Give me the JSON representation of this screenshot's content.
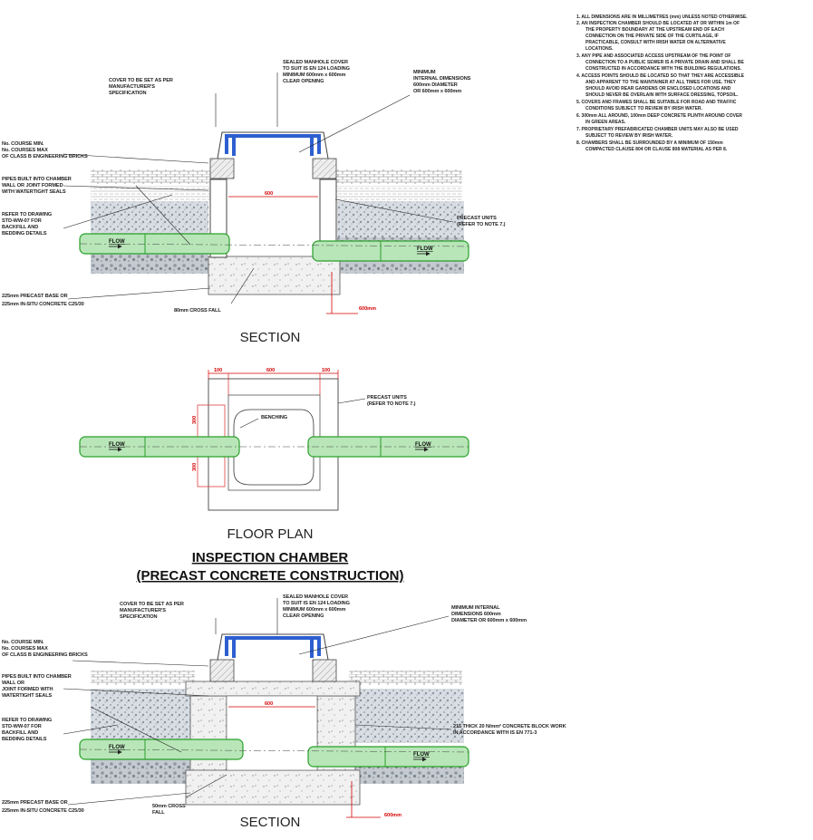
{
  "notes": [
    "1. ALL DIMENSIONS ARE IN MILLIMETRES (mm) UNLESS NOTED OTHERWISE.",
    "2. AN INSPECTION CHAMBER SHOULD BE LOCATED AT OR WITHIN 1m OF",
    "THE PROPERTY BOUNDARY AT THE UPSTREAM END OF EACH",
    "CONNECTION ON THE PRIVATE SIDE OF THE CURTILAGE, IF",
    "PRACTICABLE, CONSULT WITH IRISH WATER ON ALTERNATIVE",
    "LOCATIONS.",
    "3. ANY PIPE AND ASSOCIATED ACCESS UPSTREAM OF THE POINT OF",
    "CONNECTION TO A PUBLIC SEWER IS A PRIVATE DRAIN AND SHALL BE",
    "CONSTRUCTED IN ACCORDANCE WITH THE BUILDING REGULATIONS.",
    "4. ACCESS POINTS SHOULD BE LOCATED SO THAT THEY ARE ACCESSIBLE",
    "AND APPARENT TO THE MAINTAINER AT ALL TIMES FOR USE. THEY",
    "SHOULD AVOID REAR GARDENS OR ENCLOSED LOCATIONS AND",
    "SHOULD NEVER BE OVERLAIN WITH SURFACE DRESSING, TOPSOIL.",
    "5. COVERS AND FRAMES SHALL BE SUITABLE FOR ROAD AND TRAFFIC",
    "CONDITIONS SUBJECT TO REVIEW BY IRISH WATER.",
    "6. 300mm ALL AROUND, 100mm DEEP CONCRETE PLINTH AROUND COVER",
    "IN GREEN AREAS.",
    "7. PROPRIETARY PREFABRICATED CHAMBER UNITS MAY ALSO BE USED",
    "SUBJECT TO REVIEW BY IRISH WATER.",
    "8. CHAMBERS SHALL BE SURROUNDED BY A MINIMUM OF 150mm",
    "COMPACTED CLAUSE 804 OR CLAUSE 808 MATERIAL AS PER 8."
  ],
  "section1": {
    "cover_note": [
      "COVER TO BE SET AS PER",
      "MANUFACTURER'S",
      "SPECIFICATION"
    ],
    "manhole_cover": [
      "SEALED MANHOLE COVER",
      "TO SUIT IS EN 124 LOADING",
      "MINIMUM 600mm x 600mm",
      "CLEAR OPENING"
    ],
    "internal_dims": [
      "MINIMUM",
      "INTERNAL DIMENSIONS",
      "600mm DIAMETER",
      "OR 600mm x 600mm"
    ],
    "courses": [
      "No. COURSE MIN.",
      "No. COURSES MAX",
      "OF CLASS B ENGINEERING BRICKS"
    ],
    "pipes": [
      "PIPES BUILT INTO CHAMBER",
      "WALL OR JOINT FORMED",
      "WITH WATERTIGHT SEALS"
    ],
    "refer": [
      "REFER TO DRAWING",
      "STD-WW-07 FOR",
      "BACKFILL AND",
      "BEDDING DETAILS"
    ],
    "base": [
      "225mm PRECAST BASE OR",
      "225mm IN-SITU CONCRETE C25/30"
    ],
    "fall": "80mm CROSS FALL",
    "precast": [
      "PRECAST UNITS",
      "(REFER TO NOTE 7.)"
    ],
    "dim_opening": "600",
    "dim_depth": "600mm",
    "flow_left": "FLOW",
    "flow_right": "FLOW",
    "title": "SECTION"
  },
  "plan": {
    "dims_top": [
      "100",
      "600",
      "100"
    ],
    "dims_side": [
      "300",
      "300"
    ],
    "benching": "BENCHING",
    "precast": [
      "PRECAST UNITS",
      "(REFER TO NOTE 7.)"
    ],
    "flow_left": "FLOW",
    "flow_right": "FLOW",
    "title": "FLOOR PLAN"
  },
  "main_title": [
    "INSPECTION CHAMBER",
    "(PRECAST CONCRETE CONSTRUCTION)"
  ],
  "section2": {
    "cover_note": [
      "COVER TO BE SET AS PER",
      "MANUFACTURER'S",
      "SPECIFICATION"
    ],
    "manhole_cover": [
      "SEALED MANHOLE COVER",
      "TO SUIT IS EN 124 LOADING",
      "MINIMUM 600mm x 600mm",
      "CLEAR OPENING"
    ],
    "internal_dims": [
      "MINIMUM INTERNAL",
      "DIMENSIONS 600mm",
      "DIAMETER OR 600mm x 600mm"
    ],
    "courses": [
      "No. COURSE MIN.",
      "No. COURSES MAX",
      "OF CLASS B ENGINEERING BRICKS"
    ],
    "pipes": [
      "PIPES BUILT INTO CHAMBER",
      "WALL OR",
      "JOINT FORMED WITH",
      "WATERTIGHT SEALS"
    ],
    "refer": [
      "REFER TO DRAWING",
      "STD-WW-07 FOR",
      "BACKFILL AND",
      "BEDDING DETAILS"
    ],
    "blockwork": [
      "215 THICK 20 N/mm² CONCRETE BLOCK WORK",
      "IN ACCORDANCE WITH IS EN 771-3"
    ],
    "base": [
      "225mm PRECAST BASE OR",
      "225mm IN-SITU CONCRETE C25/30"
    ],
    "fall": [
      "50mm CROSS",
      "FALL"
    ],
    "dim_opening": "600",
    "dim_depth": "600mm",
    "flow_left": "FLOW",
    "flow_right": "FLOW",
    "title": "SECTION"
  },
  "colors": {
    "pipe": "#b8e6b8",
    "pipe_edge": "#2aa02a",
    "cover": "#2d5fd0",
    "dimension": "#d40000",
    "plan_outline": "#e04040"
  }
}
